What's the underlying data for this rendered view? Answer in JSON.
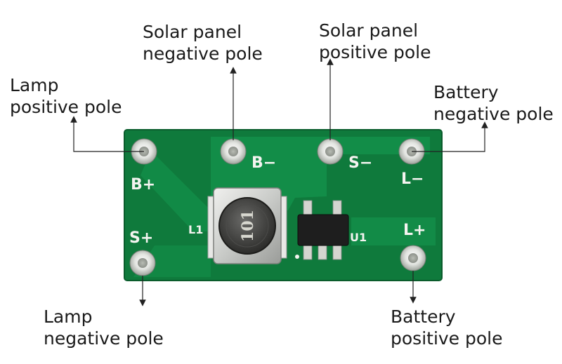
{
  "callouts": {
    "lamp_positive": [
      "Lamp",
      "positive pole"
    ],
    "solar_negative": [
      "Solar panel",
      "negative pole"
    ],
    "solar_positive": [
      "Solar panel",
      "positive pole"
    ],
    "battery_negative": [
      "Battery",
      "negative pole"
    ],
    "lamp_negative": [
      "Lamp",
      "negative pole"
    ],
    "battery_positive": [
      "Battery",
      "positive pole"
    ]
  },
  "silkscreen": {
    "b_plus": "B+",
    "b_minus": "B−",
    "s_minus": "S−",
    "l_minus": "L−",
    "s_plus": "S+",
    "l_plus": "L+",
    "l1": "L1",
    "u1": "U1"
  },
  "inductor_marking": "101",
  "colors": {
    "board": "#0f7a3c",
    "board_edge": "#0a5c2c",
    "trace": "#149a4c",
    "silkscreen": "#f4f4f0",
    "pad_metal": "#d9dcd8",
    "callout_line": "#222222",
    "text": "#1a1a1a"
  }
}
